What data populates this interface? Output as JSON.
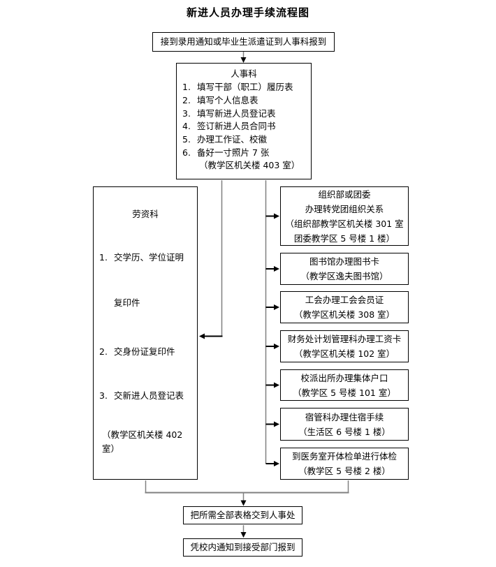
{
  "title": "新进人员办理手续流程图",
  "start": {
    "label": "接到录用通知或毕业生派遣证到人事科报到"
  },
  "personnel": {
    "title": "人事科",
    "items": [
      {
        "num": "1.",
        "text": "填写干部（职工）履历表"
      },
      {
        "num": "2.",
        "text": "填写个人信息表"
      },
      {
        "num": "3.",
        "text": "填写新进人员登记表"
      },
      {
        "num": "4.",
        "text": "签订新进人员合同书"
      },
      {
        "num": "5.",
        "text": "办理工作证、校徽"
      },
      {
        "num": "6.",
        "text": "备好一寸照片 7 张"
      }
    ],
    "note": "（教学区机关楼 403 室）"
  },
  "labor": {
    "title": "劳资科",
    "items": [
      {
        "num": "1.",
        "text": "交学历、学位证明"
      },
      {
        "num": "",
        "text": "复印件"
      },
      {
        "num": "2.",
        "text": "交身份证复印件"
      },
      {
        "num": "3.",
        "text": "交新进人员登记表"
      }
    ],
    "note": "（教学区机关楼 402 室）"
  },
  "offices": [
    {
      "lines": [
        "组织部或团委",
        "办理转党团组织关系",
        "（组织部教学区机关楼 301 室",
        "团委教学区 5 号楼 1 楼）"
      ]
    },
    {
      "lines": [
        "图书馆办理图书卡",
        "（教学区逸夫图书馆）"
      ]
    },
    {
      "lines": [
        "工会办理工会会员证",
        "（教学区机关楼 308 室）"
      ]
    },
    {
      "lines": [
        "财务处计划管理科办理工资卡",
        "（教学区机关楼 102 室）"
      ]
    },
    {
      "lines": [
        "校派出所办理集体户口",
        "（教学区 5 号楼 101 室）"
      ]
    },
    {
      "lines": [
        "宿管科办理住宿手续",
        "（生活区 6 号楼 1 楼）"
      ]
    },
    {
      "lines": [
        "到医务室开体检单进行体检",
        "（教学区 5 号楼 2 楼）"
      ]
    }
  ],
  "submit": {
    "label": "把所需全部表格交到人事处"
  },
  "report": {
    "label": "凭校内通知到接受部门报到"
  },
  "colors": {
    "background": "#ffffff",
    "box_border": "#000000",
    "text": "#000000",
    "connector_line": "#808080",
    "arrowhead": "#000000"
  }
}
